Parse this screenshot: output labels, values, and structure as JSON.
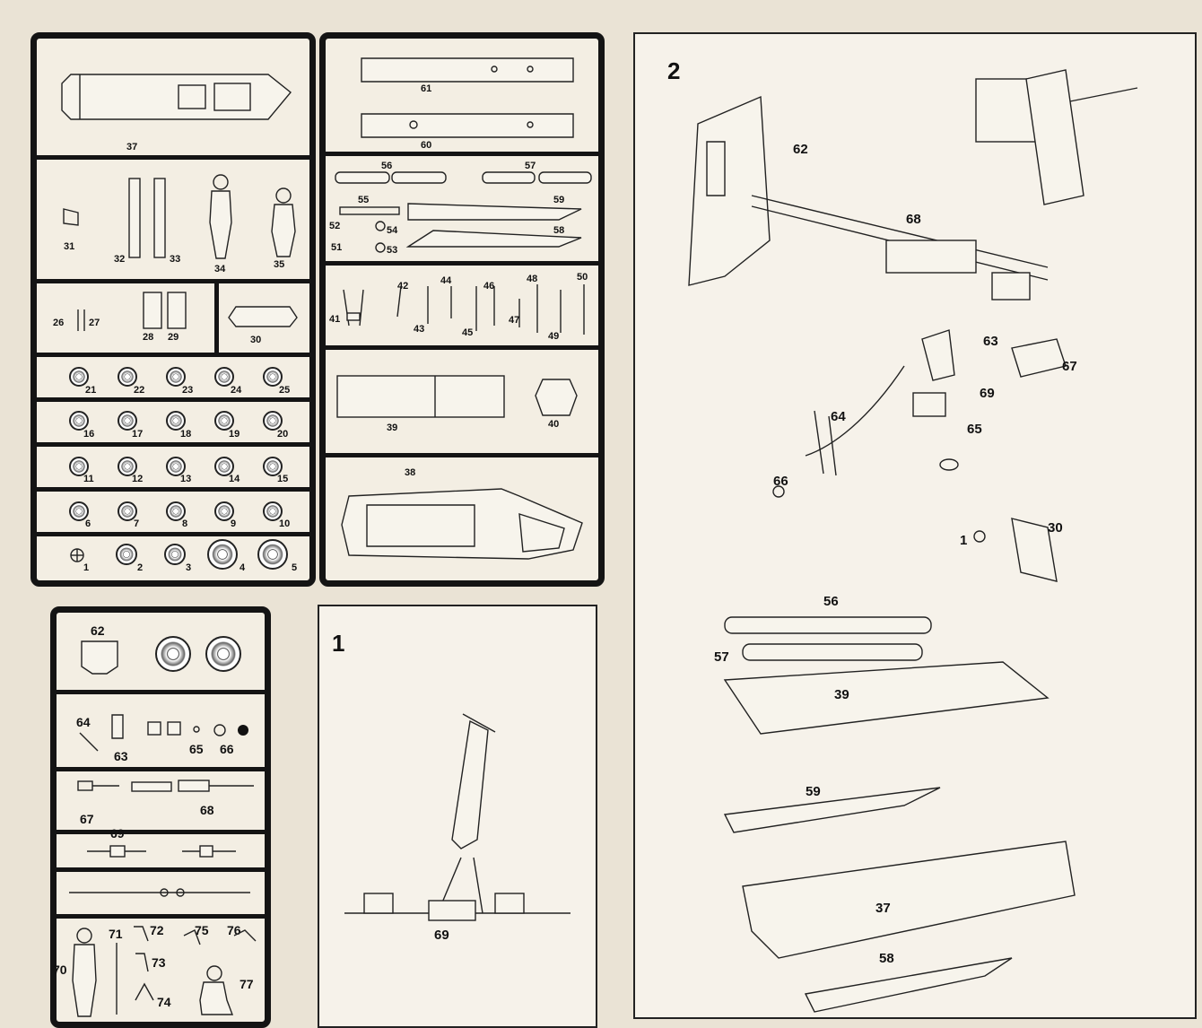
{
  "sheet": {
    "frame_a": {
      "rows": [
        {
          "id": "row-37",
          "parts": [
            "37"
          ]
        },
        {
          "id": "row-31-35",
          "parts": [
            "31",
            "32",
            "33",
            "34",
            "35"
          ]
        },
        {
          "id": "row-26-30",
          "parts": [
            "26",
            "27",
            "28",
            "29",
            "30"
          ]
        },
        {
          "id": "row-21-25",
          "parts": [
            "21",
            "22",
            "23",
            "24",
            "25"
          ]
        },
        {
          "id": "row-16-20",
          "parts": [
            "16",
            "17",
            "18",
            "19",
            "20"
          ]
        },
        {
          "id": "row-11-15",
          "parts": [
            "11",
            "12",
            "13",
            "14",
            "15"
          ]
        },
        {
          "id": "row-6-10",
          "parts": [
            "6",
            "7",
            "8",
            "9",
            "10"
          ]
        },
        {
          "id": "row-1-5",
          "parts": [
            "1",
            "2",
            "3",
            "4",
            "5"
          ]
        }
      ]
    },
    "frame_b": {
      "labels": [
        "61",
        "60",
        "56",
        "57",
        "55",
        "59",
        "52",
        "54",
        "51",
        "53",
        "58",
        "42",
        "44",
        "46",
        "48",
        "50",
        "41",
        "43",
        "45",
        "47",
        "49",
        "39",
        "40",
        "38"
      ]
    },
    "frame_c": {
      "labels": [
        "62",
        "64",
        "63",
        "65",
        "66",
        "67",
        "68",
        "69",
        "70",
        "71",
        "72",
        "73",
        "74",
        "75",
        "76",
        "77"
      ]
    }
  },
  "steps": [
    {
      "number": "1",
      "callouts": [
        "69"
      ]
    },
    {
      "number": "2",
      "callouts": [
        "62",
        "68",
        "63",
        "67",
        "69",
        "64",
        "65",
        "66",
        "30",
        "1",
        "56",
        "57",
        "39",
        "59",
        "37",
        "58"
      ]
    }
  ]
}
